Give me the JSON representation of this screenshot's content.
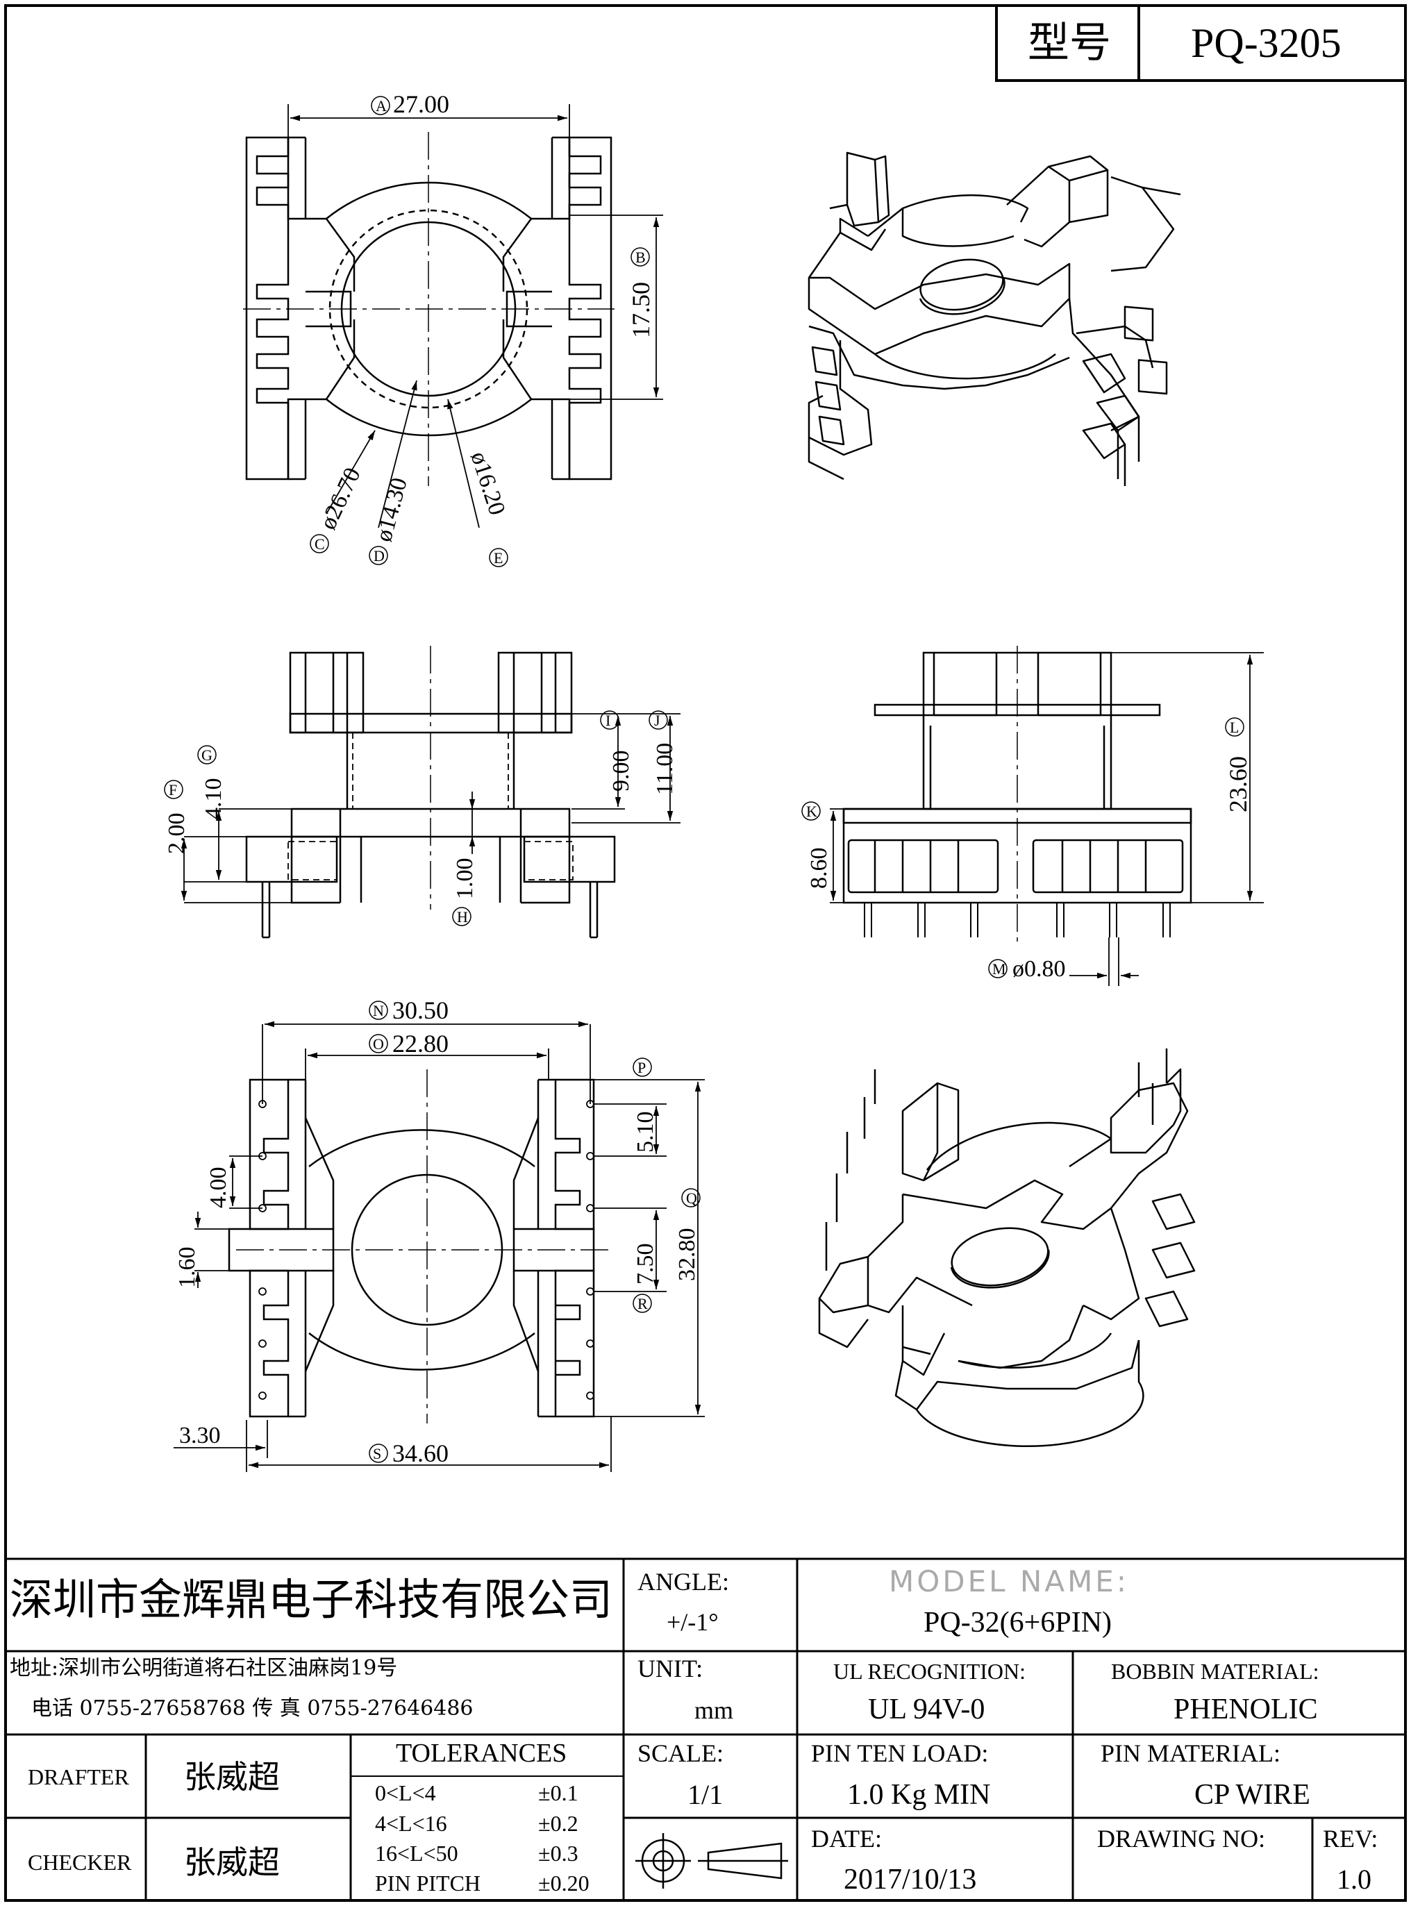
{
  "header": {
    "model_label": "型号",
    "model_value": "PQ-3205"
  },
  "dims": {
    "A": "A",
    "A_val": "27.00",
    "B": "B",
    "B_val": "17.50",
    "C": "C",
    "C_val": "ø26.70",
    "D": "D",
    "D_val": "ø14.30",
    "E": "E",
    "E_val": "ø16.20",
    "F": "F",
    "F_val": "2.00",
    "G": "G",
    "G_val": "4.10",
    "H": "H",
    "H_val": "1.00",
    "I": "I",
    "I_val": "9.00",
    "J": "J",
    "J_val": "11.00",
    "K": "K",
    "K_val": "8.60",
    "L": "L",
    "L_val": "23.60",
    "M": "M",
    "M_val": "ø0.80",
    "N": "N",
    "N_val": "30.50",
    "O": "O",
    "O_val": "22.80",
    "P": "P",
    "P_val": "5.10",
    "Q": "Q",
    "Q_val": "32.80",
    "R": "R",
    "R_val": "7.50",
    "S": "S",
    "S_val": "34.60",
    "pitch_val": "4.00",
    "pin_w_val": "1.60",
    "offset_val": "3.30"
  },
  "title_block": {
    "company": "深圳市金辉鼎电子科技有限公司",
    "address": "地址:深圳市公明街道将石社区油麻岗19号",
    "phone": "电话 0755-27658768   传 真  0755-27646486",
    "angle_label": "ANGLE:",
    "angle_value": "+/-1°",
    "model_name_label": "MODEL NAME:",
    "model_name_value": "PQ-32(6+6PIN)",
    "unit_label": "UNIT:",
    "unit_value": "mm",
    "ul_label": "UL RECOGNITION:",
    "ul_value": "UL 94V-0",
    "bobbin_label": "BOBBIN MATERIAL:",
    "bobbin_value": "PHENOLIC",
    "drafter_label": "DRAFTER",
    "drafter_value": "张威超",
    "checker_label": "CHECKER",
    "checker_value": "张威超",
    "tolerances_label": "TOLERANCES",
    "tol_rows": [
      {
        "range": "0<L<4",
        "tol": "±0.1"
      },
      {
        "range": "4<L<16",
        "tol": "±0.2"
      },
      {
        "range": "16<L<50",
        "tol": "±0.3"
      },
      {
        "range": "PIN PITCH",
        "tol": "±0.20"
      }
    ],
    "scale_label": "SCALE:",
    "scale_value": "1/1",
    "pin_ten_label": "PIN TEN LOAD:",
    "pin_ten_value": "1.0 Kg MIN",
    "pin_mat_label": "PIN MATERIAL:",
    "pin_mat_value": "CP WIRE",
    "date_label": "DATE:",
    "date_value": "2017/10/13",
    "drawing_no_label": "DRAWING NO:",
    "drawing_no_value": "",
    "rev_label": "REV:",
    "rev_value": "1.0"
  }
}
